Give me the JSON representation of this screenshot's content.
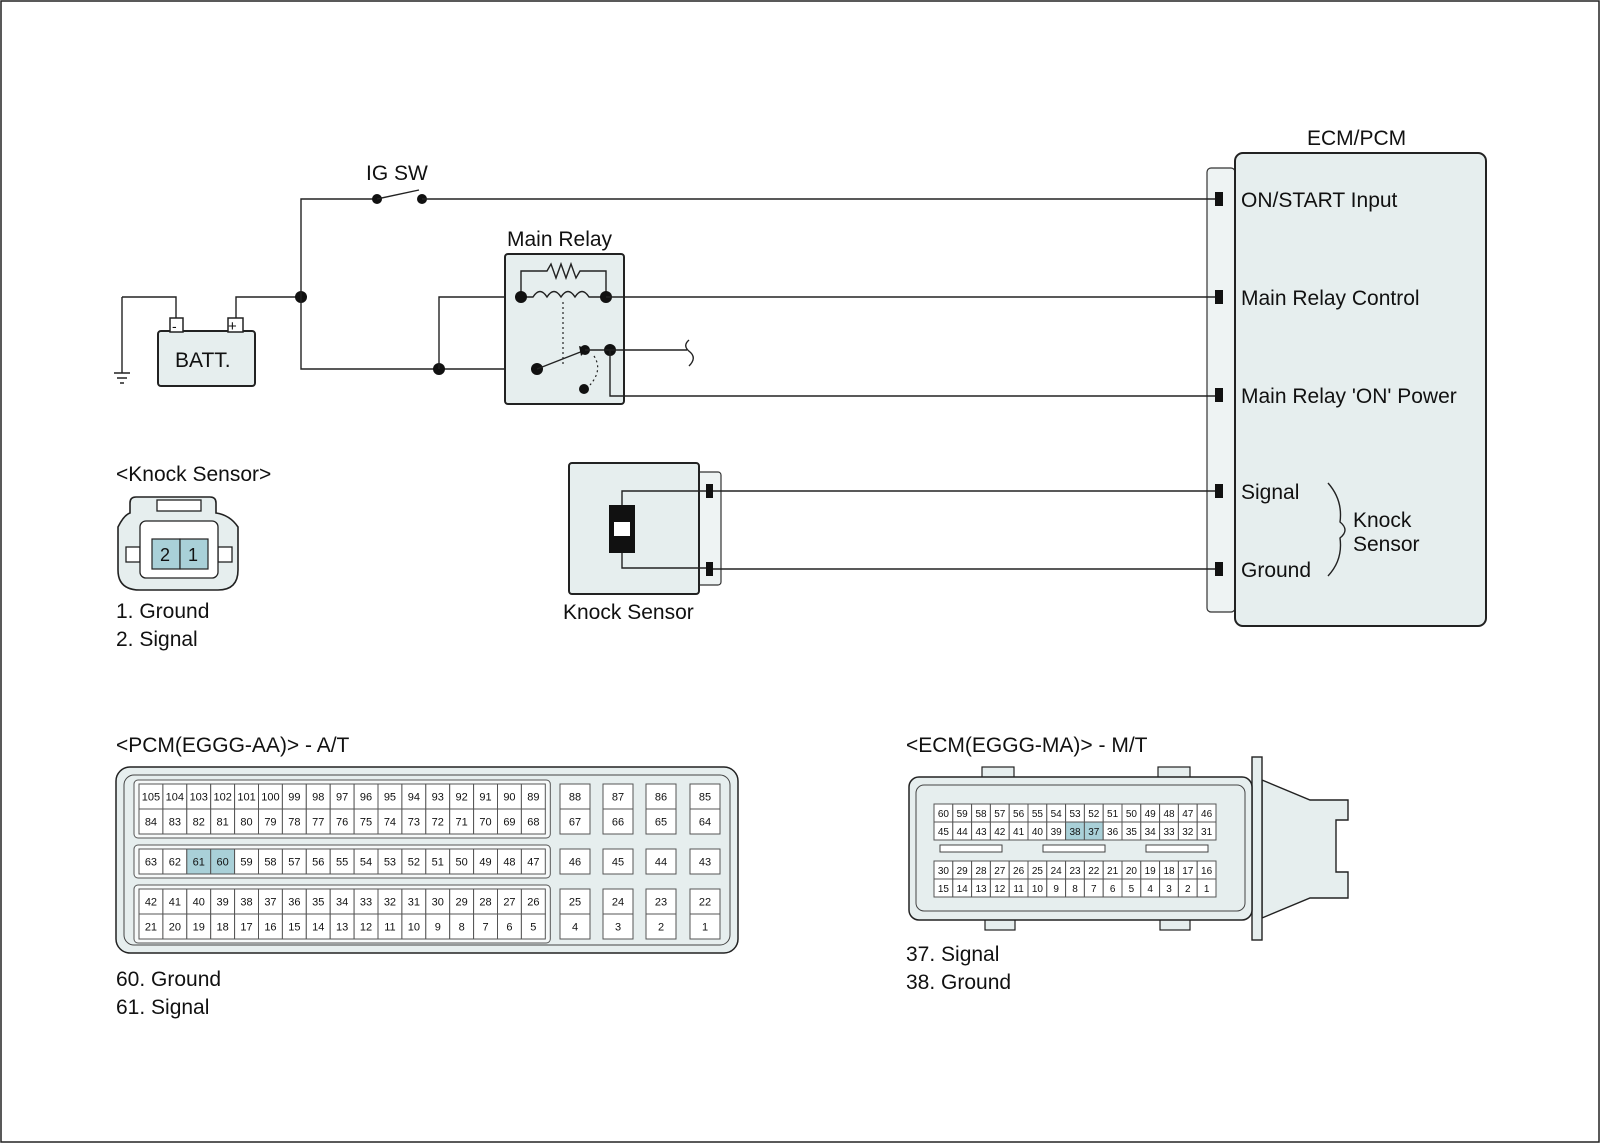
{
  "ecm": {
    "title": "ECM/PCM",
    "terminals": {
      "on_start": "ON/START Input",
      "relay_control": "Main Relay Control",
      "relay_power": "Main Relay 'ON' Power",
      "signal": "Signal",
      "ground": "Ground"
    },
    "group_label_line1": "Knock",
    "group_label_line2": "Sensor"
  },
  "battery": {
    "label": "BATT.",
    "neg": "-",
    "pos": "+"
  },
  "ig_switch": {
    "label": "IG SW"
  },
  "main_relay": {
    "label": "Main Relay"
  },
  "knock_sensor": {
    "label": "Knock Sensor"
  },
  "knock_connector": {
    "title": "<Knock Sensor>",
    "pins": [
      "2",
      "1"
    ],
    "legend": [
      "1. Ground",
      "2. Signal"
    ]
  },
  "pcm_connector": {
    "title": "<PCM(EGGG-AA)> - A/T",
    "highlighted": [
      "61",
      "60"
    ],
    "main_rows": [
      [
        "105",
        "104",
        "103",
        "102",
        "101",
        "100",
        "99",
        "98",
        "97",
        "96",
        "95",
        "94",
        "93",
        "92",
        "91",
        "90",
        "89"
      ],
      [
        "84",
        "83",
        "82",
        "81",
        "80",
        "79",
        "78",
        "77",
        "76",
        "75",
        "74",
        "73",
        "72",
        "71",
        "70",
        "69",
        "68"
      ],
      [
        "63",
        "62",
        "61",
        "60",
        "59",
        "58",
        "57",
        "56",
        "55",
        "54",
        "53",
        "52",
        "51",
        "50",
        "49",
        "48",
        "47"
      ],
      [
        "42",
        "41",
        "40",
        "39",
        "38",
        "37",
        "36",
        "35",
        "34",
        "33",
        "32",
        "31",
        "30",
        "29",
        "28",
        "27",
        "26"
      ],
      [
        "21",
        "20",
        "19",
        "18",
        "17",
        "16",
        "15",
        "14",
        "13",
        "12",
        "11",
        "10",
        "9",
        "8",
        "7",
        "6",
        "5"
      ]
    ],
    "side_rows": [
      [
        "88",
        "87",
        "86",
        "85"
      ],
      [
        "67",
        "66",
        "65",
        "64"
      ],
      [
        "46",
        "45",
        "44",
        "43"
      ],
      [
        "25",
        "24",
        "23",
        "22"
      ],
      [
        "4",
        "3",
        "2",
        "1"
      ]
    ],
    "legend": [
      "60. Ground",
      "61. Signal"
    ]
  },
  "ecm_connector": {
    "title": "<ECM(EGGG-MA)> - M/T",
    "highlighted": [
      "38",
      "37"
    ],
    "rows": [
      [
        "60",
        "59",
        "58",
        "57",
        "56",
        "55",
        "54",
        "53",
        "52",
        "51",
        "50",
        "49",
        "48",
        "47",
        "46"
      ],
      [
        "45",
        "44",
        "43",
        "42",
        "41",
        "40",
        "39",
        "38",
        "37",
        "36",
        "35",
        "34",
        "33",
        "32",
        "31"
      ],
      [
        "30",
        "29",
        "28",
        "27",
        "26",
        "25",
        "24",
        "23",
        "22",
        "21",
        "20",
        "19",
        "18",
        "17",
        "16"
      ],
      [
        "15",
        "14",
        "13",
        "12",
        "11",
        "10",
        "9",
        "8",
        "7",
        "6",
        "5",
        "4",
        "3",
        "2",
        "1"
      ]
    ],
    "legend": [
      "37. Signal",
      "38. Ground"
    ]
  }
}
